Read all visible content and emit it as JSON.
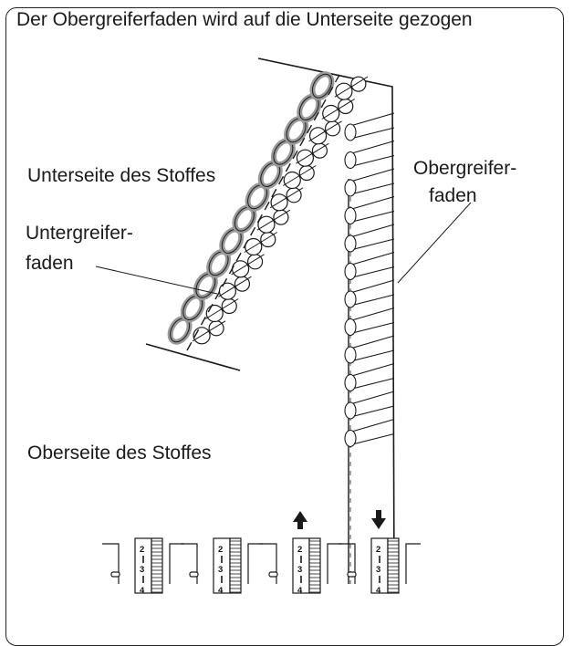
{
  "title": "Der Obergreiferfaden wird auf die Unterseite gezogen",
  "labels": {
    "underside": "Unterseite des Stoffes",
    "lower_looper_line1": "Untergreifer-",
    "lower_looper_line2": "faden",
    "upper_looper_line1": "Obergreifer-",
    "upper_looper_line2": "faden",
    "topside": "Oberseite des Stoffes"
  },
  "dials": [
    {
      "numbers": [
        "2",
        "3",
        "4"
      ],
      "arrow": "none"
    },
    {
      "numbers": [
        "2",
        "3",
        "4"
      ],
      "arrow": "none"
    },
    {
      "numbers": [
        "2",
        "3",
        "4"
      ],
      "arrow": "up"
    },
    {
      "numbers": [
        "2",
        "3",
        "4"
      ],
      "arrow": "down"
    }
  ],
  "colors": {
    "line": "#1a1a1a",
    "lower_looper_thread": "#9a9a9a",
    "upper_looper_thread": "#ffffff"
  }
}
